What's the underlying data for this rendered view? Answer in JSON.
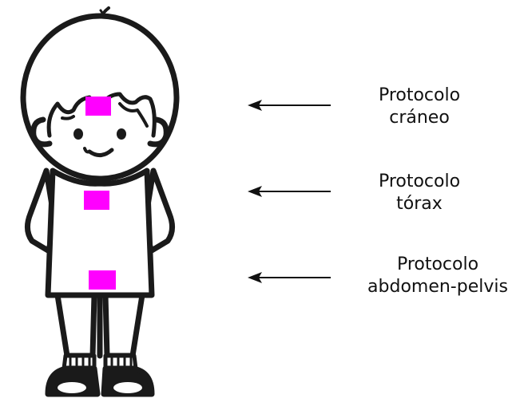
{
  "labels": {
    "cranio": {
      "line1": "Protocolo",
      "line2": "cráneo"
    },
    "torax": {
      "line1": "Protocolo",
      "line2": "tórax"
    },
    "abdomen": {
      "line1": "Protocolo",
      "line2": "abdomen-pelvis"
    }
  },
  "colors": {
    "marker": "#ff00ff",
    "outline": "#1a1a1a",
    "arrow": "#111111"
  },
  "icons": [
    "child-figure",
    "arrow-left-icon"
  ]
}
